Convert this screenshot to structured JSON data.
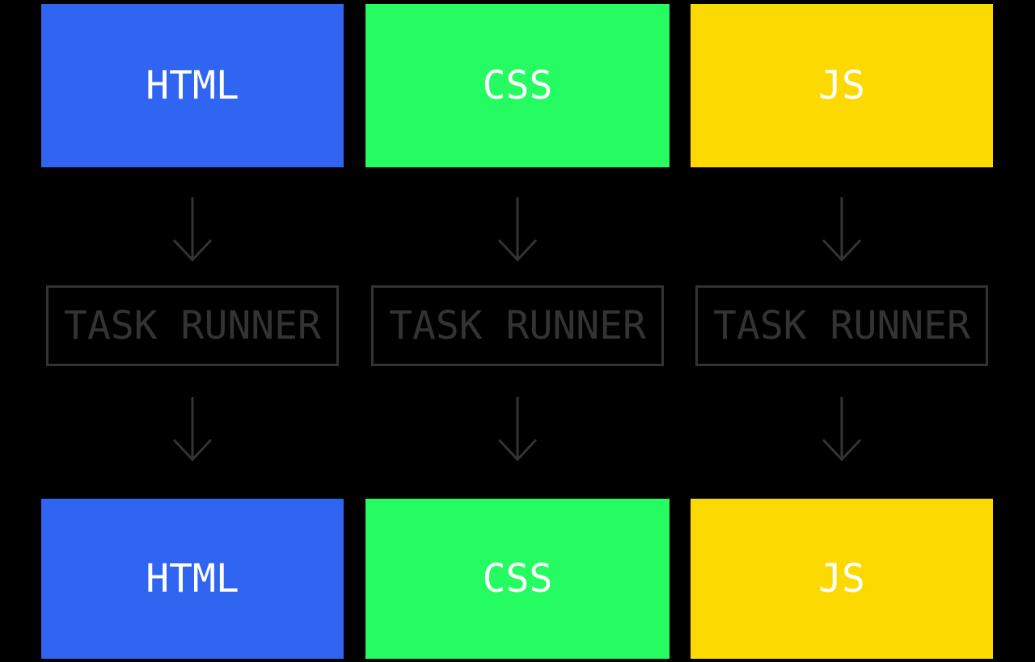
{
  "diagram": {
    "background_color": "#000000",
    "line_color": "#333333",
    "box_text_color": "#ffffff",
    "arrow_icon": "arrow-down-icon",
    "columns": [
      {
        "source_label": "HTML",
        "task_runner_label": "TASK RUNNER",
        "output_label": "HTML",
        "color": "#3065f1"
      },
      {
        "source_label": "CSS",
        "task_runner_label": "TASK RUNNER",
        "output_label": "CSS",
        "color": "#24fc62"
      },
      {
        "source_label": "JS",
        "task_runner_label": "TASK RUNNER",
        "output_label": "JS",
        "color": "#fdd902"
      }
    ]
  }
}
